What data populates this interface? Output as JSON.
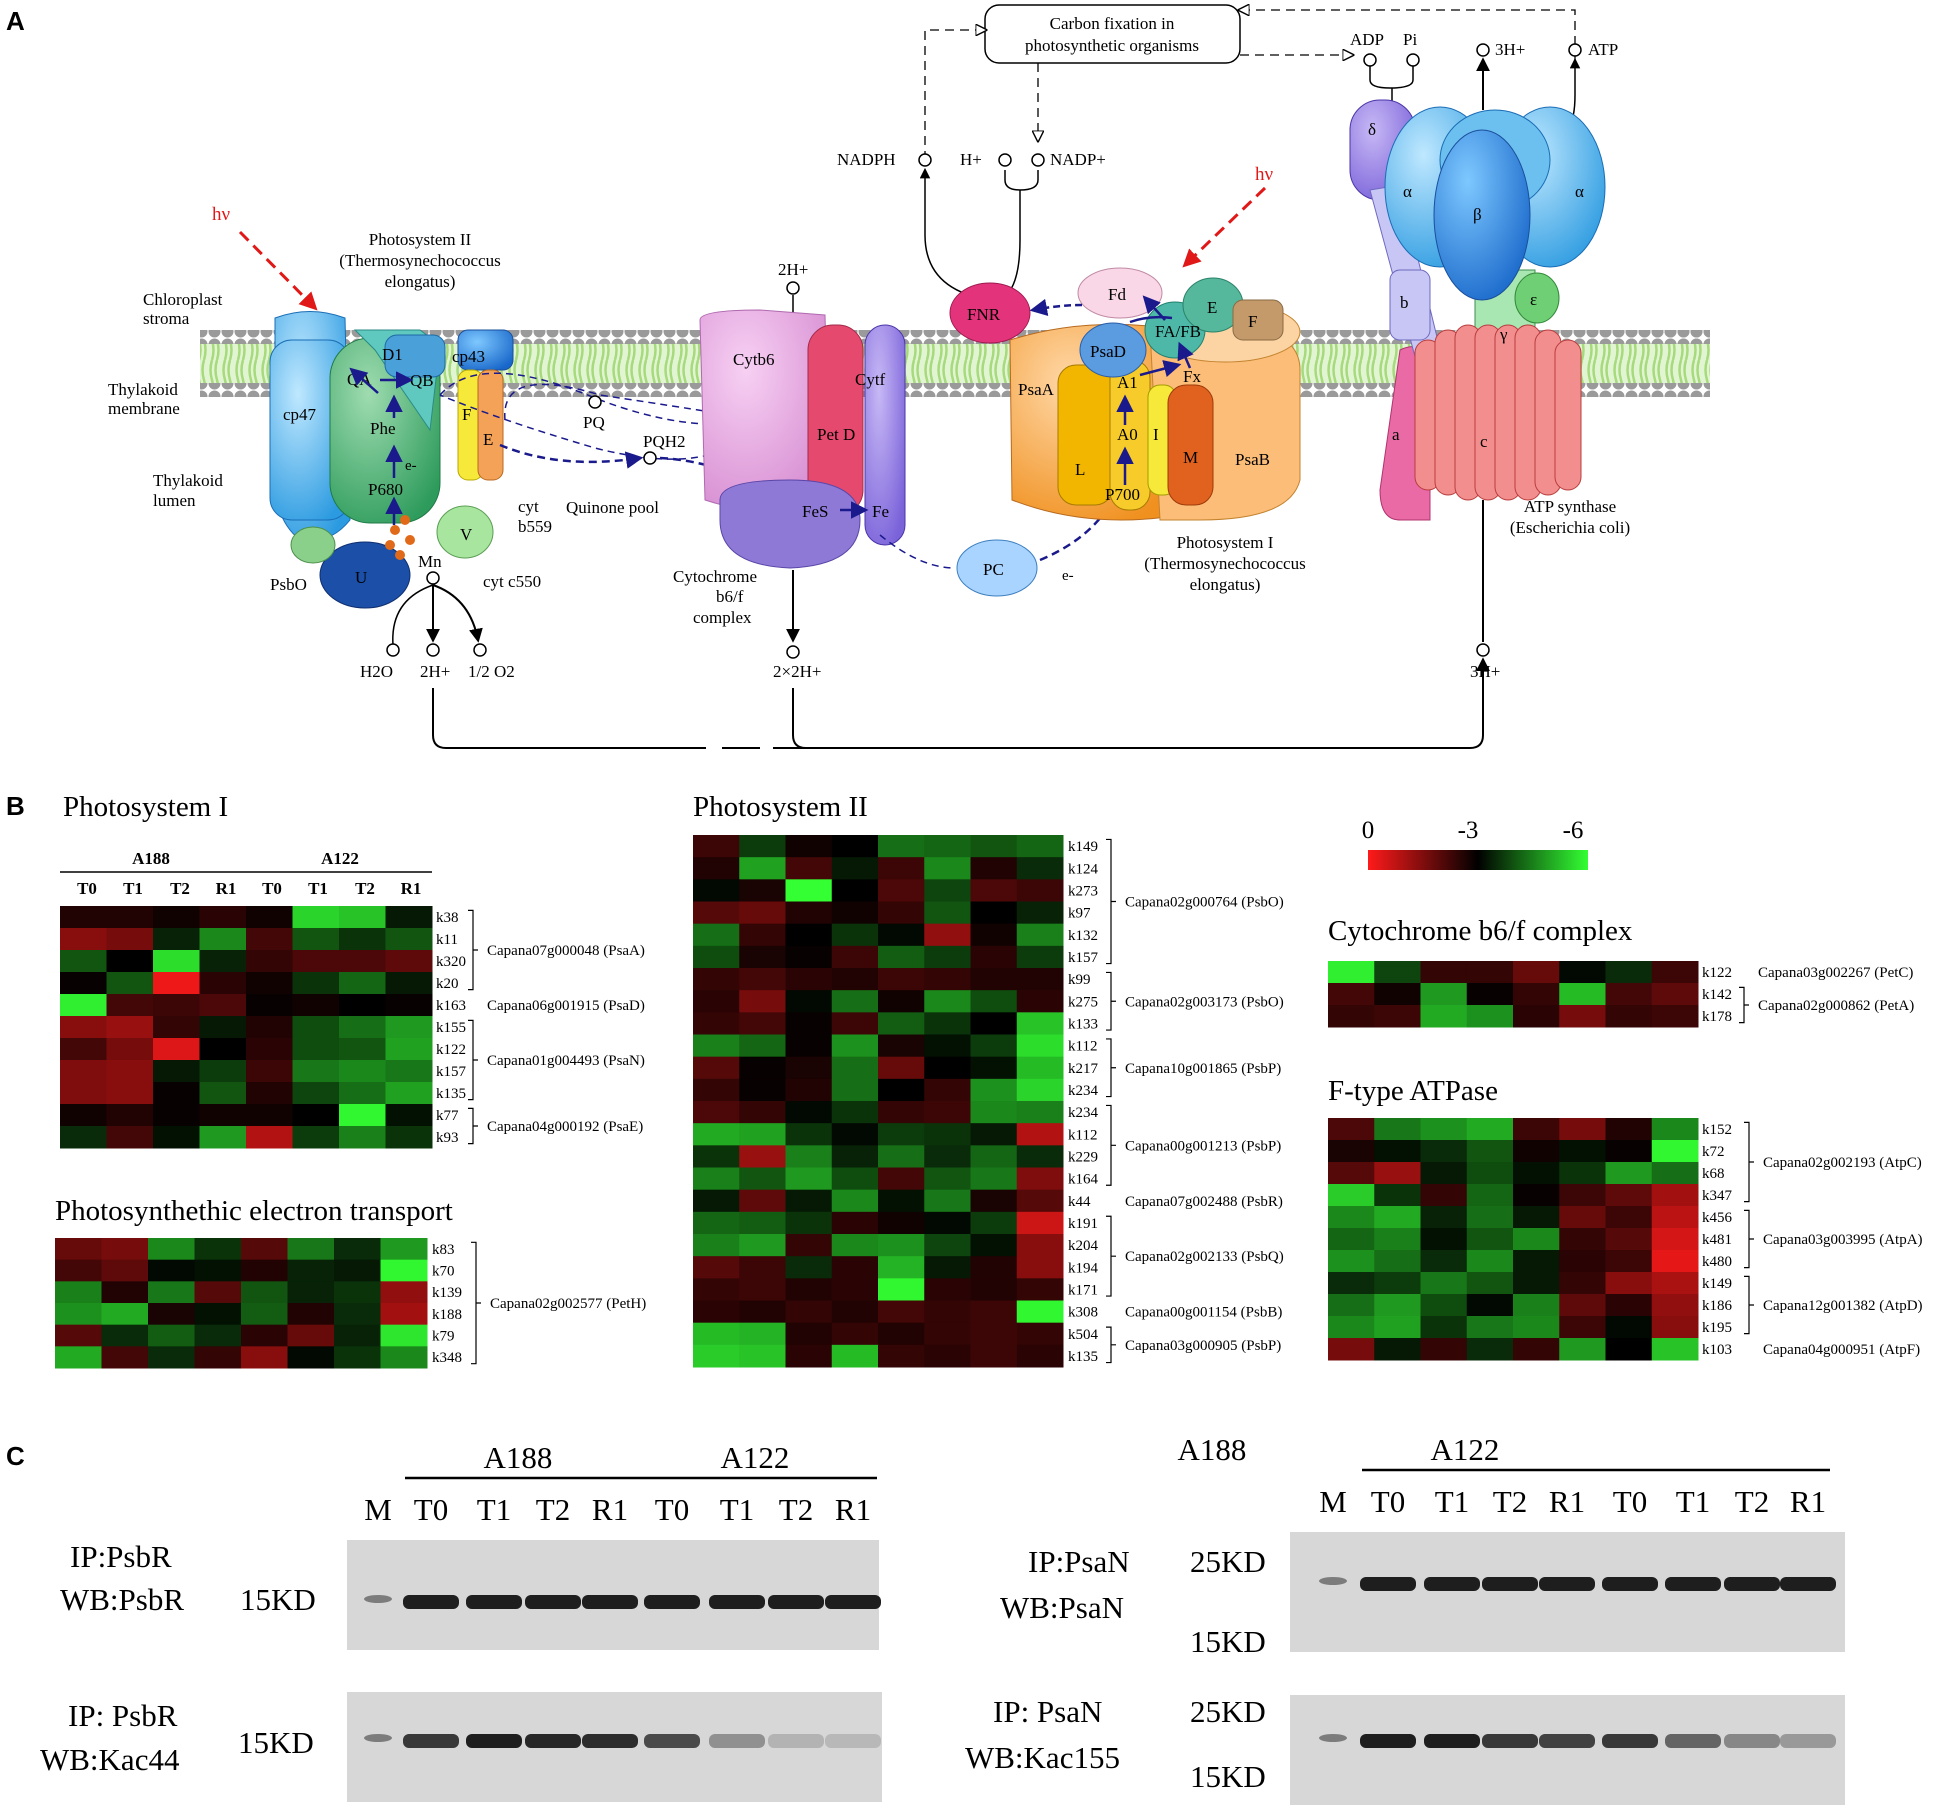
{
  "panels": {
    "a": "A",
    "b": "B",
    "c": "C"
  },
  "diagram": {
    "carbon_fixation": [
      "Carbon fixation in",
      "photosynthetic organisms"
    ],
    "adp": "ADP",
    "pi": "Pi",
    "h3_top": "3H+",
    "atp": "ATP",
    "nadph": "NADPH",
    "hplus": "H+",
    "nadp": "NADP+",
    "hv": "hν",
    "chloroplast_stroma": [
      "Chloroplast",
      "stroma"
    ],
    "thylakoid_membrane": [
      "Thylakoid",
      "membrane"
    ],
    "thylakoid_lumen": [
      "Thylakoid",
      "lumen"
    ],
    "psii_title": [
      "Photosystem II",
      "(Thermosynechococcus",
      "elongatus)"
    ],
    "psi_title": [
      "Photosystem I",
      "(Thermosynechococcus",
      "elongatus)"
    ],
    "cytb6f_title": [
      "Cytochrome",
      "b6/f",
      "complex"
    ],
    "atp_synthase_title": [
      "ATP synthase",
      "(Escherichia coli)"
    ],
    "quinone_pool": "Quinone pool",
    "cyt_b559": [
      "cyt",
      "b559"
    ],
    "cyt_c550": "cyt c550",
    "psbo": "PsbO",
    "h2o": "H2O",
    "h2_psii": "2H+",
    "o2": "1/2 O2",
    "h2_cyt": "2H+",
    "h2x2": "2×2H+",
    "h3_bottom": "3H+",
    "mn": "Mn",
    "e_minus": "e-",
    "subunits": {
      "cp47": "cp47",
      "d1": "D1",
      "cp43": "cp43",
      "qa": "QA",
      "qb": "QB",
      "phe": "Phe",
      "p680": "P680",
      "f": "F",
      "e": "E",
      "u": "U",
      "v": "V",
      "pq": "PQ",
      "pqh2": "PQH2",
      "cytb6": "Cytb6",
      "pet_d": "Pet D",
      "cytf": "Cytf",
      "fes": "FeS",
      "fe": "Fe",
      "pc": "PC",
      "fnr": "FNR",
      "fd": "Fd",
      "psad": "PsaD",
      "fafb": "FA/FB",
      "e2": "E",
      "f2": "F",
      "psaa": "PsaA",
      "a1": "A1",
      "fx": "Fx",
      "l": "L",
      "a0": "A0",
      "i": "I",
      "m": "M",
      "psab": "PsaB",
      "p700": "P700",
      "delta": "δ",
      "alpha1": "α",
      "beta": "β",
      "alpha2": "α",
      "b": "b",
      "gamma": "γ",
      "epsilon": "ε",
      "a": "a",
      "c": "c"
    }
  },
  "heatmaps": {
    "colorbar": {
      "labels": [
        "0",
        "-3",
        "-6"
      ],
      "colors": [
        "#ff1a1a",
        "#000000",
        "#33ff33"
      ]
    },
    "group_labels": [
      "A188",
      "A122"
    ],
    "columns": [
      "T0",
      "T1",
      "T2",
      "R1",
      "T0",
      "T1",
      "T2",
      "R1"
    ],
    "psi": {
      "title": "Photosystem I",
      "rows": [
        "k38",
        "k11",
        "k320",
        "k20",
        "k163",
        "k155",
        "k122",
        "k157",
        "k135",
        "k77",
        "k93"
      ],
      "genes": [
        {
          "label": "Capana07g000048 (PsaA)",
          "from": 0,
          "to": 3
        },
        {
          "label": "Capana06g001915 (PsaD)",
          "from": 4,
          "to": 4
        },
        {
          "label": "Capana01g004493 (PsaN)",
          "from": 5,
          "to": 8
        },
        {
          "label": "Capana04g000192 (PsaE)",
          "from": 9,
          "to": 10
        }
      ],
      "values": [
        [
          -2.6,
          -2.6,
          -2.8,
          -2.5,
          -2.8,
          -5.5,
          -5.3,
          -3.3
        ],
        [
          -1.4,
          -1.6,
          -3.4,
          -4.6,
          -2.2,
          -4.0,
          -3.6,
          -4.0
        ],
        [
          -4.0,
          -3.0,
          -5.6,
          -3.4,
          -2.4,
          -2.1,
          -2.1,
          -1.9
        ],
        [
          -2.9,
          -4.0,
          -0.2,
          -2.5,
          -2.8,
          -3.6,
          -4.2,
          -3.3
        ],
        [
          -5.8,
          -2.2,
          -2.3,
          -2.1,
          -2.9,
          -2.8,
          -3.0,
          -2.9
        ],
        [
          -1.4,
          -1.2,
          -2.4,
          -3.3,
          -2.6,
          -3.9,
          -4.3,
          -4.8
        ],
        [
          -2.2,
          -1.6,
          -0.4,
          -3.0,
          -2.5,
          -3.9,
          -4.0,
          -4.9
        ],
        [
          -1.5,
          -1.4,
          -3.3,
          -3.7,
          -2.3,
          -4.4,
          -4.6,
          -4.4
        ],
        [
          -1.5,
          -1.4,
          -2.9,
          -4.0,
          -2.6,
          -3.8,
          -4.3,
          -4.9
        ],
        [
          -2.8,
          -2.6,
          -2.9,
          -2.8,
          -2.8,
          -3.0,
          -5.9,
          -3.2
        ],
        [
          -3.5,
          -2.2,
          -3.2,
          -4.8,
          -0.9,
          -3.7,
          -4.5,
          -3.6
        ]
      ]
    },
    "pet": {
      "title": "Photosynthethic electron transport",
      "rows": [
        "k83",
        "k70",
        "k139",
        "k188",
        "k79",
        "k348"
      ],
      "genes": [
        {
          "label": "Capana02g002577 (PetH)",
          "from": 0,
          "to": 5
        }
      ],
      "values": [
        [
          -1.8,
          -1.6,
          -4.6,
          -3.6,
          -2.0,
          -4.4,
          -3.5,
          -4.8
        ],
        [
          -2.2,
          -1.9,
          -3.1,
          -3.2,
          -2.6,
          -3.4,
          -3.3,
          -5.9
        ],
        [
          -4.5,
          -2.6,
          -4.4,
          -2.0,
          -4.0,
          -3.4,
          -3.6,
          -1.3
        ],
        [
          -4.7,
          -5.0,
          -2.7,
          -3.2,
          -4.1,
          -2.6,
          -3.5,
          -1.1
        ],
        [
          -2.0,
          -3.5,
          -4.1,
          -3.5,
          -2.5,
          -1.8,
          -3.4,
          -5.7
        ],
        [
          -5.0,
          -2.2,
          -3.5,
          -2.4,
          -1.4,
          -3.1,
          -3.6,
          -4.6
        ]
      ]
    },
    "psii": {
      "title": "Photosystem II",
      "rows": [
        "k149",
        "k124",
        "k273",
        "k97",
        "k132",
        "k157",
        "k99",
        "k275",
        "k133",
        "k112",
        "k217",
        "k234",
        "k234",
        "k112",
        "k229",
        "k164",
        "k44",
        "k191",
        "k204",
        "k194",
        "k171",
        "k308",
        "k504",
        "k135"
      ],
      "genes": [
        {
          "label": "Capana02g000764 (PsbO)",
          "from": 0,
          "to": 5
        },
        {
          "label": "Capana02g003173 (PsbO)",
          "from": 6,
          "to": 8
        },
        {
          "label": "Capana10g001865 (PsbP)",
          "from": 9,
          "to": 11
        },
        {
          "label": "Capana00g001213 (PsbP)",
          "from": 12,
          "to": 15
        },
        {
          "label": "Capana07g002488 (PsbR)",
          "from": 16,
          "to": 16
        },
        {
          "label": "Capana02g002133 (PsbQ)",
          "from": 17,
          "to": 20
        },
        {
          "label": "Capana00g001154 (PsbB)",
          "from": 21,
          "to": 21
        },
        {
          "label": "Capana03g000905 (PsbP)",
          "from": 22,
          "to": 23
        }
      ],
      "values": [
        [
          -2.3,
          -3.7,
          -2.8,
          -3.0,
          -4.3,
          -4.2,
          -4.0,
          -4.2
        ],
        [
          -2.6,
          -4.9,
          -2.2,
          -3.3,
          -2.3,
          -4.6,
          -2.6,
          -3.5
        ],
        [
          -3.1,
          -2.7,
          -6.0,
          -3.0,
          -2.1,
          -3.8,
          -2.1,
          -2.3
        ],
        [
          -2.0,
          -1.8,
          -2.6,
          -2.8,
          -2.4,
          -4.0,
          -3.0,
          -3.4
        ],
        [
          -4.3,
          -2.4,
          -3.0,
          -3.6,
          -3.1,
          -1.3,
          -2.8,
          -4.5
        ],
        [
          -3.9,
          -2.7,
          -2.9,
          -2.3,
          -4.1,
          -3.7,
          -2.5,
          -3.7
        ],
        [
          -2.4,
          -2.2,
          -2.5,
          -2.6,
          -2.3,
          -2.4,
          -2.6,
          -2.6
        ],
        [
          -2.5,
          -1.6,
          -3.1,
          -4.3,
          -2.8,
          -4.6,
          -3.9,
          -2.5
        ],
        [
          -2.4,
          -2.2,
          -2.9,
          -2.3,
          -4.1,
          -3.6,
          -3.0,
          -5.3
        ],
        [
          -4.5,
          -4.2,
          -2.9,
          -4.7,
          -2.7,
          -3.2,
          -3.7,
          -5.6
        ],
        [
          -2.0,
          -2.9,
          -2.7,
          -4.3,
          -1.8,
          -3.0,
          -3.2,
          -5.2
        ],
        [
          -2.4,
          -2.9,
          -2.6,
          -4.3,
          -3.0,
          -2.4,
          -4.7,
          -5.5
        ],
        [
          -2.1,
          -2.4,
          -3.1,
          -3.6,
          -2.4,
          -2.3,
          -4.6,
          -4.5
        ],
        [
          -5.0,
          -4.9,
          -3.6,
          -3.1,
          -3.7,
          -3.6,
          -3.3,
          -0.9
        ],
        [
          -3.6,
          -1.2,
          -4.5,
          -3.4,
          -4.3,
          -3.5,
          -4.2,
          -3.5
        ],
        [
          -4.5,
          -4.0,
          -4.8,
          -3.9,
          -2.2,
          -4.0,
          -4.4,
          -1.5
        ],
        [
          -3.3,
          -1.9,
          -3.3,
          -4.6,
          -3.2,
          -4.4,
          -2.7,
          -2.0
        ],
        [
          -4.2,
          -4.1,
          -3.6,
          -2.5,
          -2.8,
          -3.1,
          -3.7,
          -0.6
        ],
        [
          -4.5,
          -4.8,
          -2.4,
          -4.6,
          -4.7,
          -3.8,
          -3.2,
          -1.4
        ],
        [
          -2.0,
          -2.3,
          -3.5,
          -2.5,
          -5.1,
          -3.3,
          -2.6,
          -1.4
        ],
        [
          -2.4,
          -2.3,
          -2.6,
          -2.5,
          -5.9,
          -2.5,
          -2.6,
          -2.4
        ],
        [
          -2.5,
          -2.6,
          -2.4,
          -2.6,
          -2.2,
          -2.4,
          -2.3,
          -5.9
        ],
        [
          -5.2,
          -5.1,
          -2.6,
          -2.4,
          -2.6,
          -2.4,
          -2.3,
          -2.4
        ],
        [
          -5.4,
          -5.3,
          -2.5,
          -5.2,
          -2.4,
          -2.5,
          -2.3,
          -2.5
        ]
      ]
    },
    "cyt": {
      "title": "Cytochrome b6/f complex",
      "rows": [
        "k122",
        "k142",
        "k178"
      ],
      "genes": [
        {
          "label": "Capana03g002267 (PetC)",
          "from": 0,
          "to": 0
        },
        {
          "label": "Capana02g000862 (PetA)",
          "from": 1,
          "to": 2
        }
      ],
      "values": [
        [
          -5.8,
          -3.8,
          -2.4,
          -2.4,
          -1.8,
          -3.1,
          -3.5,
          -2.3
        ],
        [
          -2.2,
          -2.8,
          -4.8,
          -2.9,
          -2.4,
          -5.2,
          -2.2,
          -1.9
        ],
        [
          -2.4,
          -2.3,
          -5.0,
          -4.7,
          -2.5,
          -1.6,
          -2.4,
          -2.3
        ]
      ]
    },
    "atp": {
      "title": "F-type ATPase",
      "rows": [
        "k152",
        "k72",
        "k68",
        "k347",
        "k456",
        "k481",
        "k480",
        "k149",
        "k186",
        "k195",
        "k103"
      ],
      "genes": [
        {
          "label": "Capana02g002193 (AtpC)",
          "from": 0,
          "to": 3
        },
        {
          "label": "Capana03g003995 (AtpA)",
          "from": 4,
          "to": 6
        },
        {
          "label": "Capana12g001382 (AtpD)",
          "from": 7,
          "to": 9
        },
        {
          "label": "Capana04g000951 (AtpF)",
          "from": 10,
          "to": 10
        }
      ],
      "values": [
        [
          -2.1,
          -4.4,
          -4.7,
          -5.0,
          -2.3,
          -1.6,
          -2.6,
          -4.6
        ],
        [
          -2.7,
          -3.2,
          -3.5,
          -4.0,
          -2.8,
          -3.2,
          -2.9,
          -5.9
        ],
        [
          -2.0,
          -1.2,
          -3.3,
          -3.9,
          -3.2,
          -3.6,
          -4.8,
          -4.3
        ],
        [
          -5.4,
          -3.6,
          -2.4,
          -4.2,
          -2.9,
          -2.3,
          -1.9,
          -1.1
        ],
        [
          -4.6,
          -5.0,
          -3.4,
          -4.3,
          -3.3,
          -1.8,
          -2.3,
          -0.8
        ],
        [
          -4.2,
          -4.5,
          -3.2,
          -4.0,
          -4.6,
          -2.4,
          -2.0,
          -0.5
        ],
        [
          -4.7,
          -4.3,
          -3.5,
          -4.6,
          -3.3,
          -2.5,
          -2.3,
          -0.3
        ],
        [
          -3.5,
          -3.7,
          -4.4,
          -4.0,
          -3.3,
          -2.4,
          -1.4,
          -1.0
        ],
        [
          -4.3,
          -4.8,
          -3.9,
          -3.1,
          -4.5,
          -1.9,
          -2.5,
          -1.3
        ],
        [
          -4.6,
          -4.9,
          -3.6,
          -4.4,
          -4.6,
          -2.3,
          -3.1,
          -1.4
        ],
        [
          -1.6,
          -3.3,
          -2.4,
          -3.5,
          -2.4,
          -4.8,
          -3.0,
          -5.3
        ]
      ]
    }
  },
  "blots": {
    "columns": [
      "M",
      "T0",
      "T1",
      "T2",
      "R1",
      "T0",
      "T1",
      "T2",
      "R1"
    ],
    "groups": [
      "A188",
      "A122"
    ],
    "left_top": {
      "ip": "IP:PsbR",
      "wb": "WB:PsbR",
      "marker": "15KD",
      "intensity": [
        1,
        1,
        1,
        1,
        1,
        1,
        1,
        1
      ]
    },
    "left_bottom": {
      "ip": "IP:  PsbR",
      "wb": "WB:Kac44",
      "marker": "15KD",
      "intensity": [
        0.85,
        1,
        0.95,
        0.92,
        0.75,
        0.35,
        0.15,
        0.12
      ]
    },
    "right_top": {
      "ip": "IP:PsaN",
      "wb": "WB:PsaN",
      "marker_hi": "25KD",
      "marker_lo": "15KD",
      "intensity": [
        1,
        1,
        1,
        1,
        1,
        1,
        1,
        1
      ]
    },
    "right_bottom": {
      "ip": "IP:    PsaN",
      "wb": "WB:Kac155",
      "marker_hi": "25KD",
      "marker_lo": "15KD",
      "intensity": [
        1,
        1,
        0.85,
        0.8,
        0.85,
        0.6,
        0.4,
        0.3
      ]
    }
  }
}
